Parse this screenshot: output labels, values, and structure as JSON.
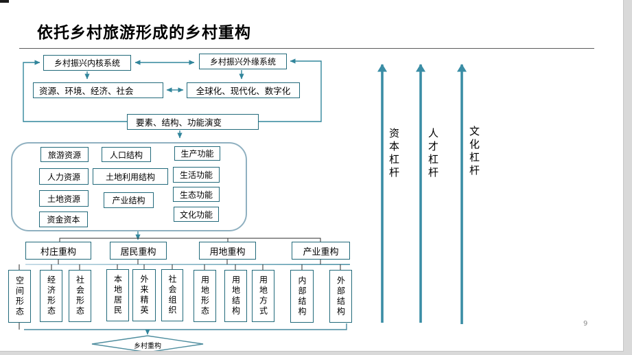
{
  "title": "依托乡村旅游形成的乡村重构",
  "page_number": "9",
  "flow": {
    "core_system": "乡村振兴内核系统",
    "outer_system": "乡村振兴外缘系统",
    "core_dims": "资源、环境、经济、社会",
    "outer_trends": "全球化、现代化、数字化",
    "evolution": "要素、结构、功能演变"
  },
  "elements_panel": {
    "resources": [
      "旅游资源",
      "人力资源",
      "土地资源",
      "资金资本"
    ],
    "structures": [
      "人口结构",
      "土地利用结构",
      "产业结构"
    ],
    "functions": [
      "生产功能",
      "生活功能",
      "生态功能",
      "文化功能"
    ]
  },
  "reconstruction_groups": [
    {
      "label": "村庄重构",
      "children": [
        "空间形态",
        "经济形态",
        "社会形态"
      ]
    },
    {
      "label": "居民重构",
      "children": [
        "本地居民",
        "外来精英",
        "社会组织"
      ]
    },
    {
      "label": "用地重构",
      "children": [
        "用地形态",
        "用地结构",
        "用地方式"
      ]
    },
    {
      "label": "产业重构",
      "children": [
        "内部结构",
        "外部结构"
      ]
    }
  ],
  "result_label": "乡村重构",
  "levers": [
    {
      "label": "资本杠杆"
    },
    {
      "label": "人才杠杆"
    },
    {
      "label": "文化杠杆"
    }
  ],
  "colors": {
    "box_border": "#21697A",
    "connector": "#31859B",
    "panel_border": "#8FB0C0",
    "lever_arrow": "#3A8DA5",
    "bus_light": "#BAD4E2",
    "bus_dark": "#4E94A8",
    "frame_gray": "#D9D9D9"
  }
}
